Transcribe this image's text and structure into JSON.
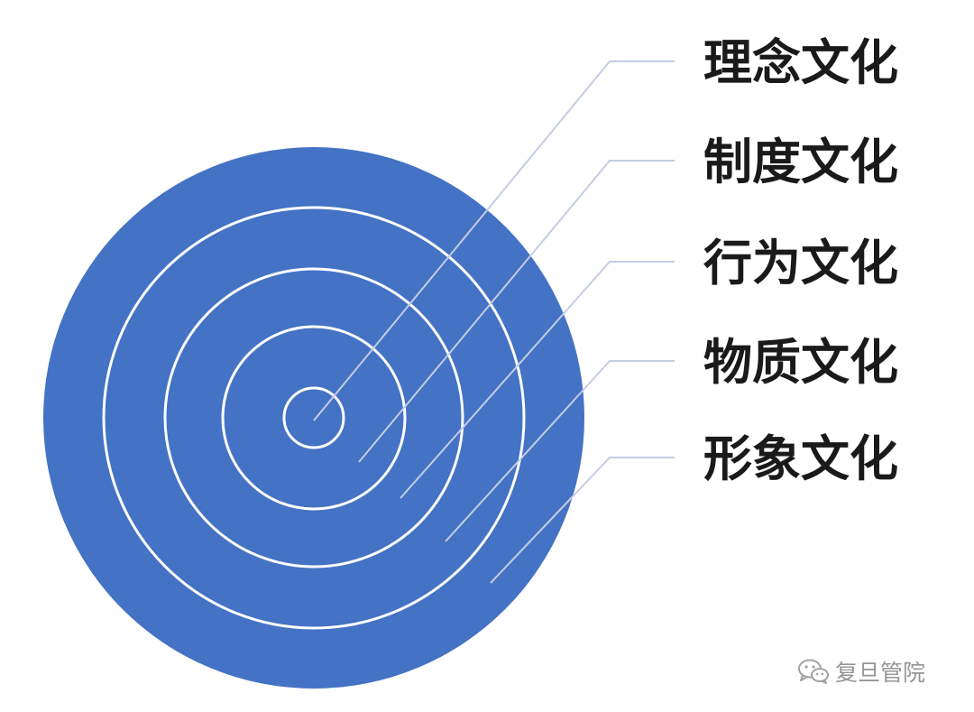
{
  "diagram": {
    "type": "concentric-layers",
    "colors": {
      "disk": "#4472c4",
      "rings": "#ffffff",
      "leaders": "#c4cde3",
      "text": "#1a1a1a"
    },
    "layers": [
      {
        "label": "理念文化"
      },
      {
        "label": "制度文化"
      },
      {
        "label": "行为文化"
      },
      {
        "label": "物质文化"
      },
      {
        "label": "形象文化"
      }
    ]
  },
  "watermark": {
    "text": "复旦管院",
    "icon": "wechat-icon"
  }
}
